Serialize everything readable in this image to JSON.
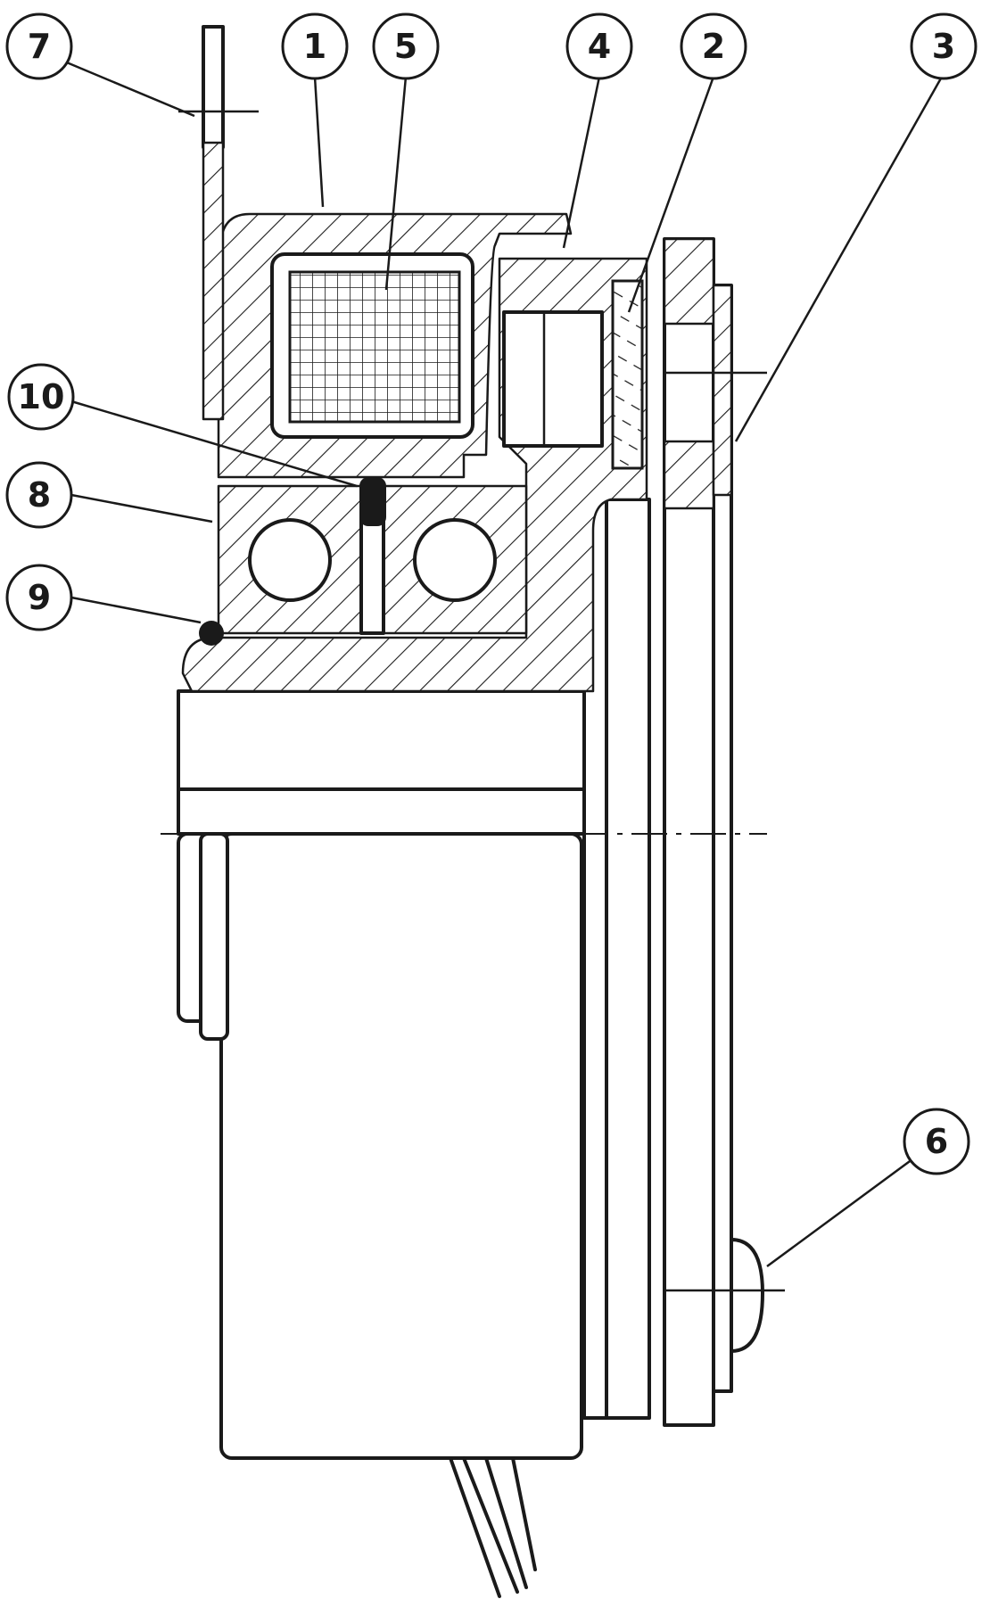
{
  "callouts": [
    {
      "id": "7",
      "label": "7"
    },
    {
      "id": "1",
      "label": "1"
    },
    {
      "id": "5",
      "label": "5"
    },
    {
      "id": "4",
      "label": "4"
    },
    {
      "id": "2",
      "label": "2"
    },
    {
      "id": "3",
      "label": "3"
    },
    {
      "id": "10",
      "label": "10"
    },
    {
      "id": "8",
      "label": "8"
    },
    {
      "id": "9",
      "label": "9"
    },
    {
      "id": "6",
      "label": "6"
    }
  ]
}
